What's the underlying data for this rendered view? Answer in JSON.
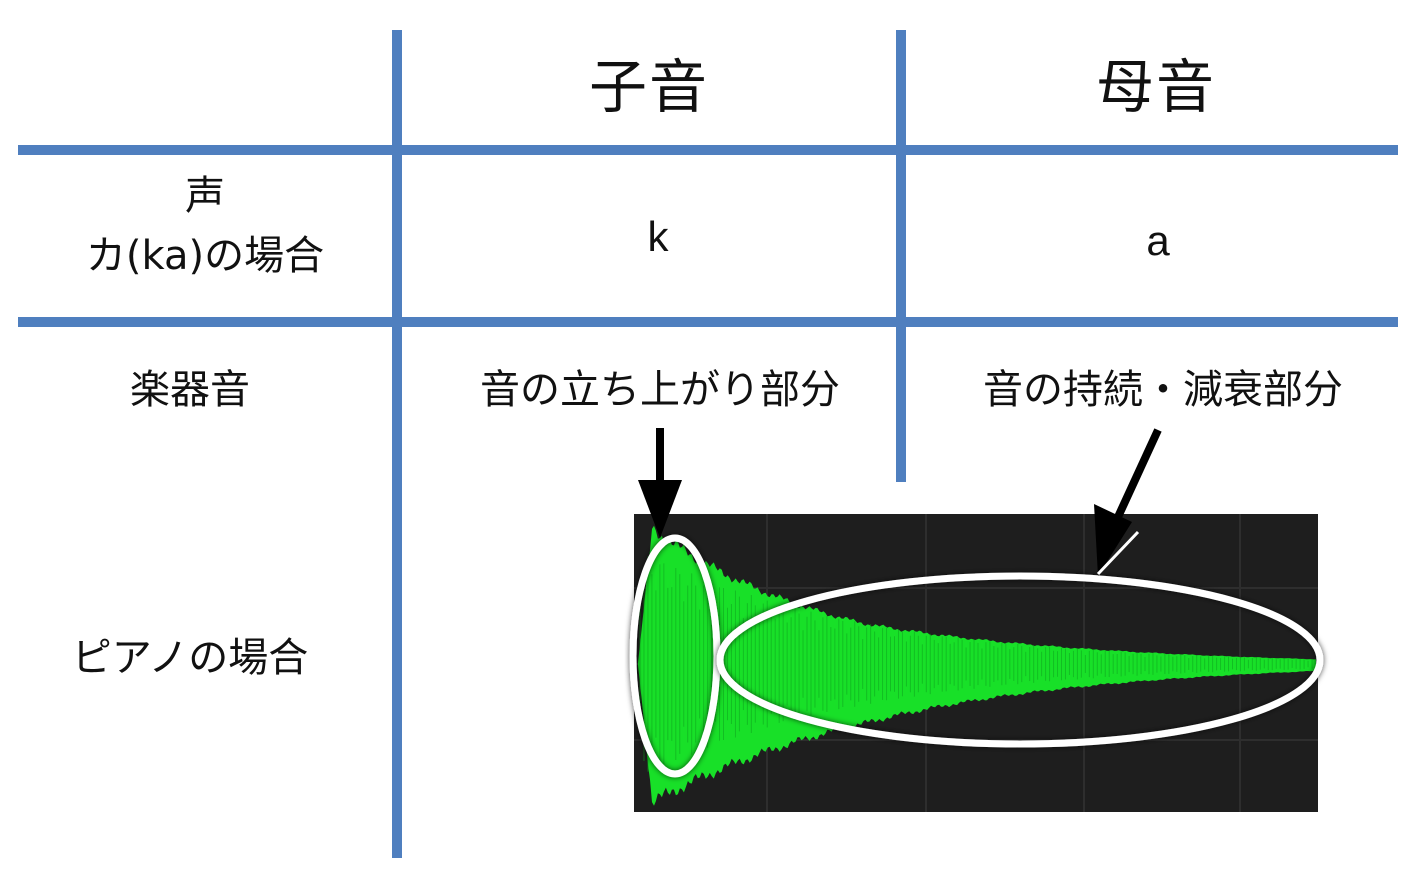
{
  "table": {
    "header": {
      "consonant": "子音",
      "vowel": "母音"
    },
    "row_voice": {
      "label_line1": "声",
      "label_line2": "カ(ka)の場合",
      "consonant_value": "k",
      "vowel_value": "a"
    },
    "row_instrument": {
      "label": "楽器音",
      "consonant_desc": "音の立ち上がり部分",
      "vowel_desc": "音の持続・減衰部分"
    },
    "row_piano": {
      "label": "ピアノの場合"
    }
  },
  "waveform": {
    "wave_color": "#18e028",
    "background_color": "#1e1e1e",
    "highlight_color": "#ffffff",
    "annotation": "attack-and-decay"
  },
  "colors": {
    "grid": "#4f7fbf",
    "text": "#111111"
  }
}
